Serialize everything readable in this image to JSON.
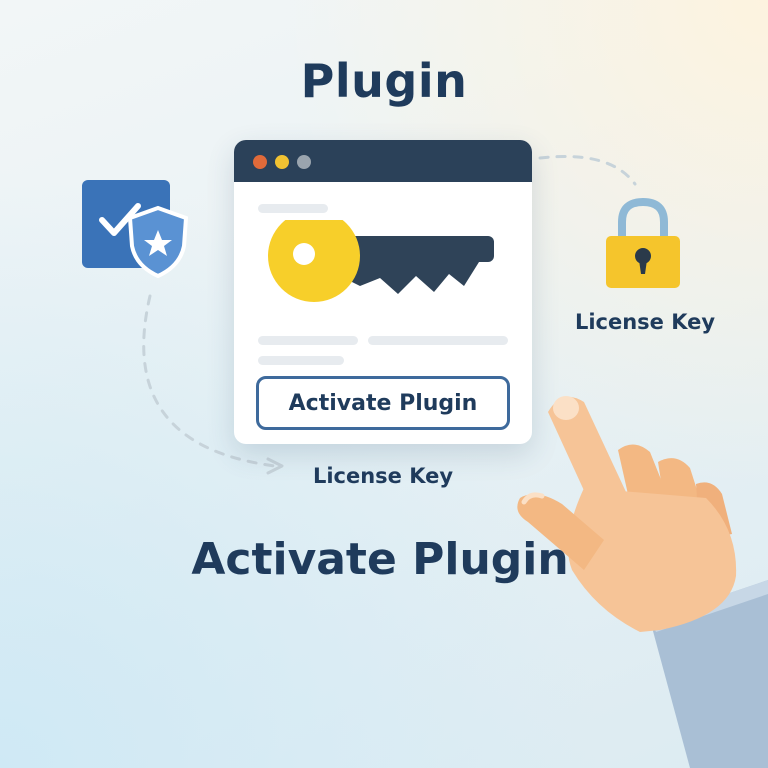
{
  "header": {
    "title": "Plugin"
  },
  "window": {
    "controls": [
      "close-dot",
      "minimize-dot",
      "maximize-dot"
    ],
    "button_label": "Activate Plugin"
  },
  "labels": {
    "license_right": "License Key",
    "license_bottom": "License Key"
  },
  "footer": {
    "title": "Activate Plugin"
  },
  "icons": [
    "shield-check-icon",
    "key-icon",
    "padlock-icon",
    "pointing-hand-icon"
  ],
  "colors": {
    "navy": "#1f3b5c",
    "window_bar": "#2b4159",
    "key_yellow": "#f7cf2a",
    "key_dark": "#2f4358",
    "shield_blue": "#3a73b8",
    "skin": "#f6c497"
  }
}
